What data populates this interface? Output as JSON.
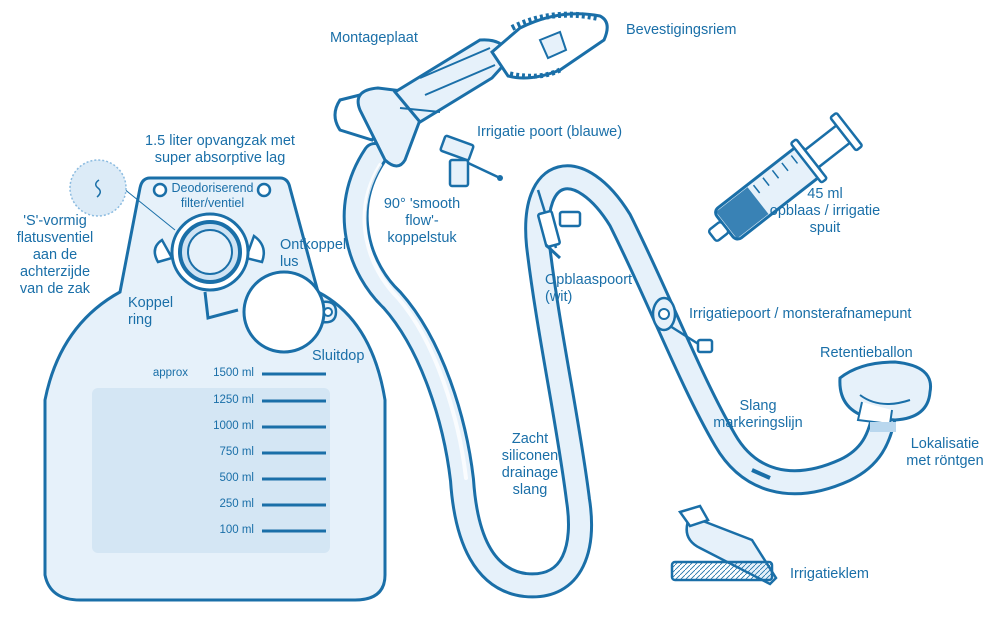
{
  "colors": {
    "outline": "#1a6fa8",
    "fill": "#e6f1fa",
    "window": "#d4e6f4",
    "text": "#1a6fa8"
  },
  "labels": {
    "montageplaat": "Montageplaat",
    "bevestigingsriem": "Bevestigingsriem",
    "opvangzak": "1.5 liter opvangzak met\nsuper absorptive lag",
    "deodoriserend": "Deodoriserend\nfilter/ventiel",
    "flatusventiel": "'S'-vormig\nflatusventiel\naan de\nachterzijde\nvan de zak",
    "ontkoppel": "Ontkoppel\nlus",
    "koppelring": "Koppel\nring",
    "sluitdop": "Sluitdop",
    "irrigatie_blauw": "Irrigatie poort (blauwe)",
    "koppelstuk": "90° 'smooth\nflow'-\nkoppelstuk",
    "opblaaspoort": "Opblaaspoort\n(wit)",
    "spuit": "45 ml\nopblaas / irrigatie\nspuit",
    "monsterafname": "Irrigatiepoort / monsterafnamepunt",
    "retentieballon": "Retentieballon",
    "slang_markering": "Slang\nmarkeringslijn",
    "lokalisatie": "Lokalisatie\nmet röntgen",
    "drainage": "Zacht\nsiliconen\ndrainage\nslang",
    "irrigatieklem": "Irrigatieklem"
  },
  "scale": {
    "approx": "approx",
    "marks": [
      "1500 ml",
      "1250 ml",
      "1000 ml",
      "750 ml",
      "500 ml",
      "250 ml",
      "100 ml"
    ]
  }
}
